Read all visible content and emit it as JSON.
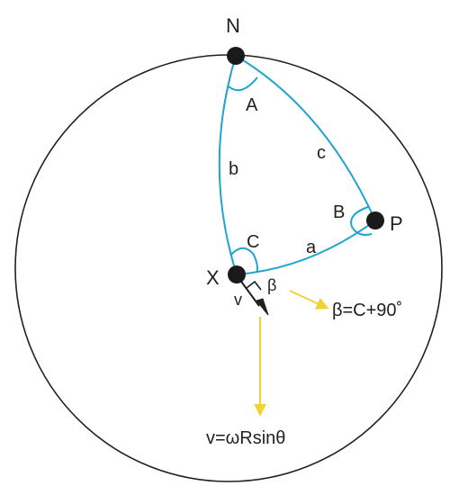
{
  "points": {
    "north": "N",
    "point_p": "P",
    "point_x": "X"
  },
  "sides": {
    "a": "a",
    "b": "b",
    "c": "c"
  },
  "angles": {
    "at_north": "A",
    "at_p": "B",
    "at_x": "C",
    "beta": "β"
  },
  "vectors": {
    "velocity_symbol": "v",
    "beta_relation": "β=C+90˚",
    "velocity_formula": "v=ωRsinθ"
  },
  "colors": {
    "circle": "#231f20",
    "triangle": "#1fa3cf",
    "annotation_arrow": "#f2d22e",
    "point_fill": "#1a1a1a"
  }
}
